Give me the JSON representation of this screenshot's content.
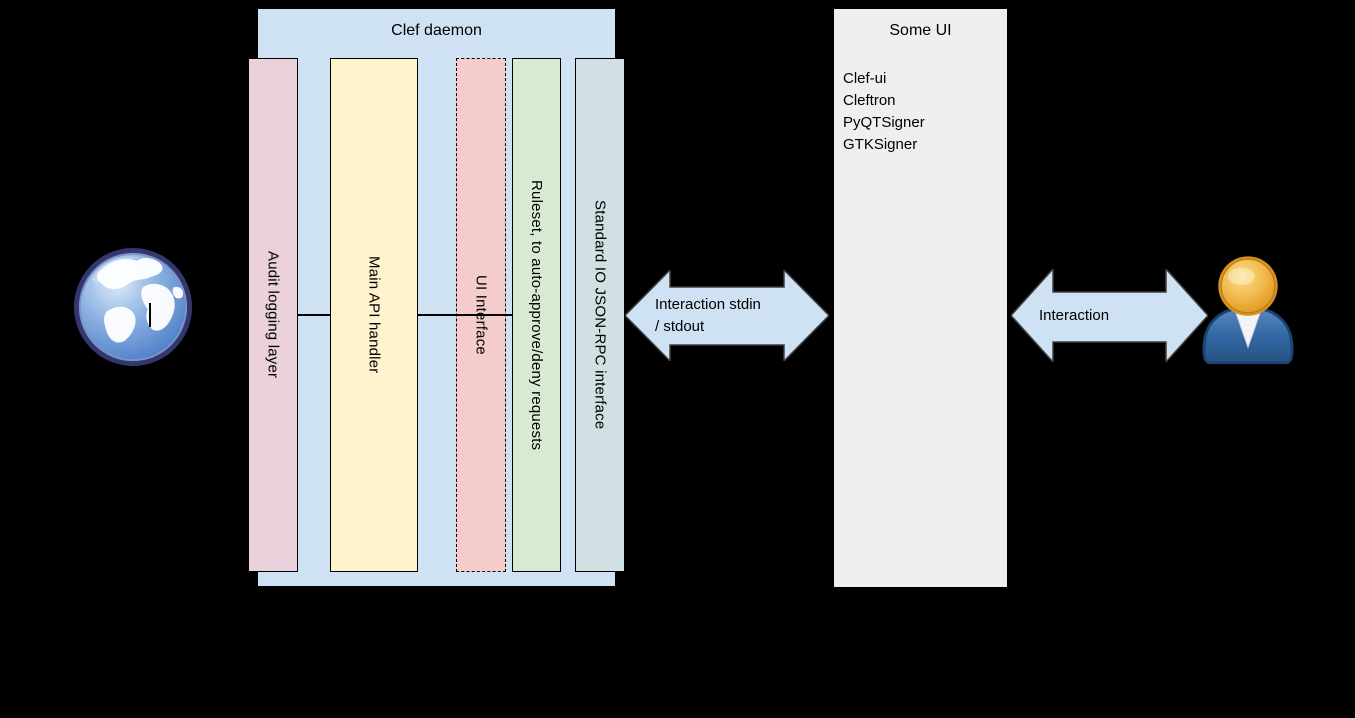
{
  "canvas": {
    "background": "#000000"
  },
  "clef_daemon": {
    "title": "Clef daemon",
    "bg_color": "#cfe2f3",
    "columns": [
      {
        "label": "Audit logging layer",
        "color": "#ead1dc",
        "border_style": "solid"
      },
      {
        "label": "Main API handler",
        "color": "#fff2cc",
        "border_style": "solid"
      },
      {
        "label": "UI Interface",
        "color": "#f4cccc",
        "border_style": "dashed"
      },
      {
        "label": "Ruleset, to auto-approve/deny requests",
        "color": "#d9ead3",
        "border_style": "solid"
      },
      {
        "label": "Standard IO JSON-RPC interface",
        "color": "#d0e0e3",
        "border_style": "solid"
      }
    ]
  },
  "arrows": {
    "stdio_arrow": {
      "fill": "#cfe2f3",
      "stroke": "#3f3f3f",
      "lines": [
        "Interaction stdin",
        "/ stdout"
      ]
    },
    "user_arrow": {
      "fill": "#cfe2f3",
      "stroke": "#3f3f3f",
      "lines": [
        "Interaction"
      ]
    }
  },
  "some_ui": {
    "title": "Some UI",
    "bg_color": "#efefef",
    "items": [
      "Clef-ui",
      "Cleftron",
      "PyQTSigner",
      "GTKSigner"
    ]
  },
  "icons": {
    "left": "globe-icon",
    "right": "user-icon",
    "stray_mark": "text-cursor-caret"
  }
}
